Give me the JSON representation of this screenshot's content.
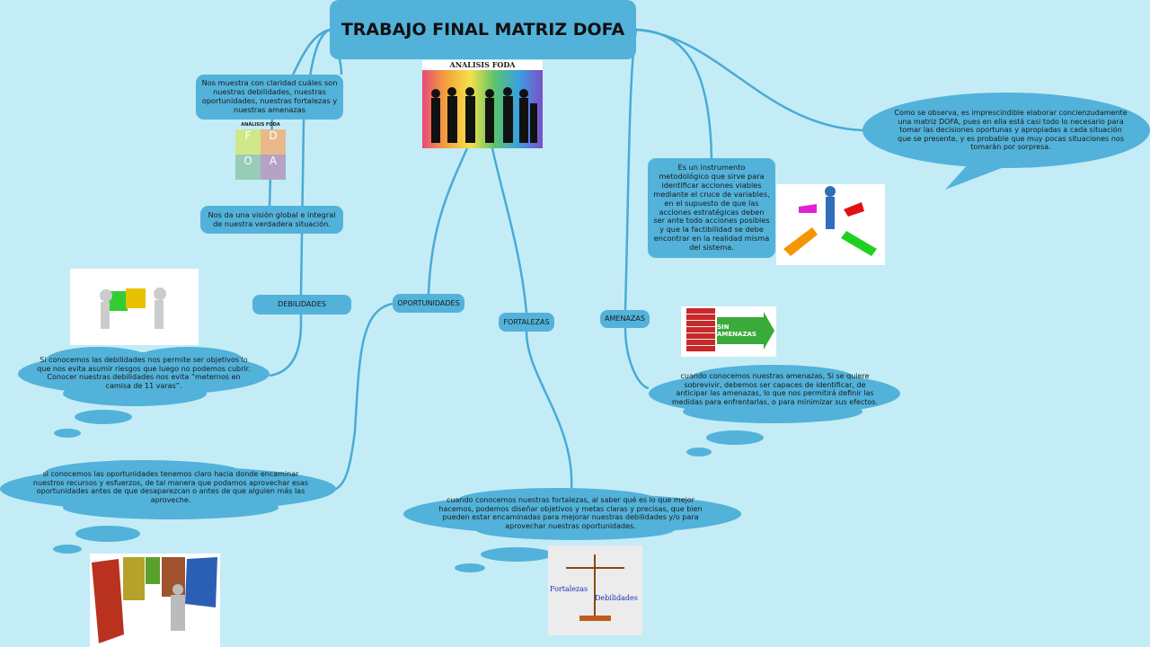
{
  "title": "TRABAJO FINAL MATRIZ DOFA",
  "images": {
    "foda_header": "ANALISIS FODA",
    "foda_small": "ANÁLISIS FODA",
    "foda_letters": [
      "F",
      "D",
      "O",
      "A"
    ],
    "sin_amenazas": "SIN AMENAZAS",
    "balance_left": "Fortalezas",
    "balance_right": "Debilidades"
  },
  "notes": {
    "claridad": "Nos muestra con claridad cuáles son nuestras debilidades, nuestras oportunidades, nuestras fortalezas y nuestras amenazas",
    "vision": "Nos da una visión global e integral de nuestra verdadera situación.",
    "instrumento": "Es un instrumento metodológico que sirve para identificar acciones viables mediante el cruce de variables, en el supuesto de que las acciones estratégicas deben ser ante todo acciones posibles y que la factibilidad se debe encontrar en la realidad misma del sistema.",
    "conclusion": "Como se observa, es imprescindible elaborar concienzudamente una matriz DOFA, pues en ella está casi todo lo necesario para tomar las decisiones oportunas y apropiadas a cada situación que se presente, y es probable que muy pocas situaciones nos tomarán por sorpresa."
  },
  "topics": {
    "debilidades": "DEBILIDADES",
    "oportunidades": "OPORTUNIDADES",
    "fortalezas": "FORTALEZAS",
    "amenazas": "AMENAZAS"
  },
  "clouds": {
    "debilidades": "Si conocemos las debilidades nos permite ser objetivos lo que nos evita asumir riesgos que luego no podemos cubrir. Conocer nuestras debilidades nos evita “meternos en camisa de 11 varas”.",
    "oportunidades": "si conocemos las oportunidades tenemos claro hacia donde encaminar nuestros recursos y esfuerzos, de tal manera que podamos aprovechar esas oportunidades antes de que desaparezcan o antes de que alguien más las aproveche.",
    "fortalezas": "cuando conocemos nuestras fortalezas, al saber qué es lo que mejor hacemos, podemos diseñar objetivos y metas claras y precisas, que bien pueden estar encaminadas para mejorar nuestras debilidades y/o para aprovechar nuestras oportunidades.",
    "amenazas": "cuando conocemos nuestras amenazas, Si se quiere sobrevivir, debemos ser capaces de identificar, de anticipar las amenazas, lo que nos permitirá definir las medidas para enfrentarlas, o para minimizar sus efectos."
  },
  "colors": {
    "bg": "#c4ecf6",
    "node": "#52b2da",
    "line": "#4aaad6"
  }
}
